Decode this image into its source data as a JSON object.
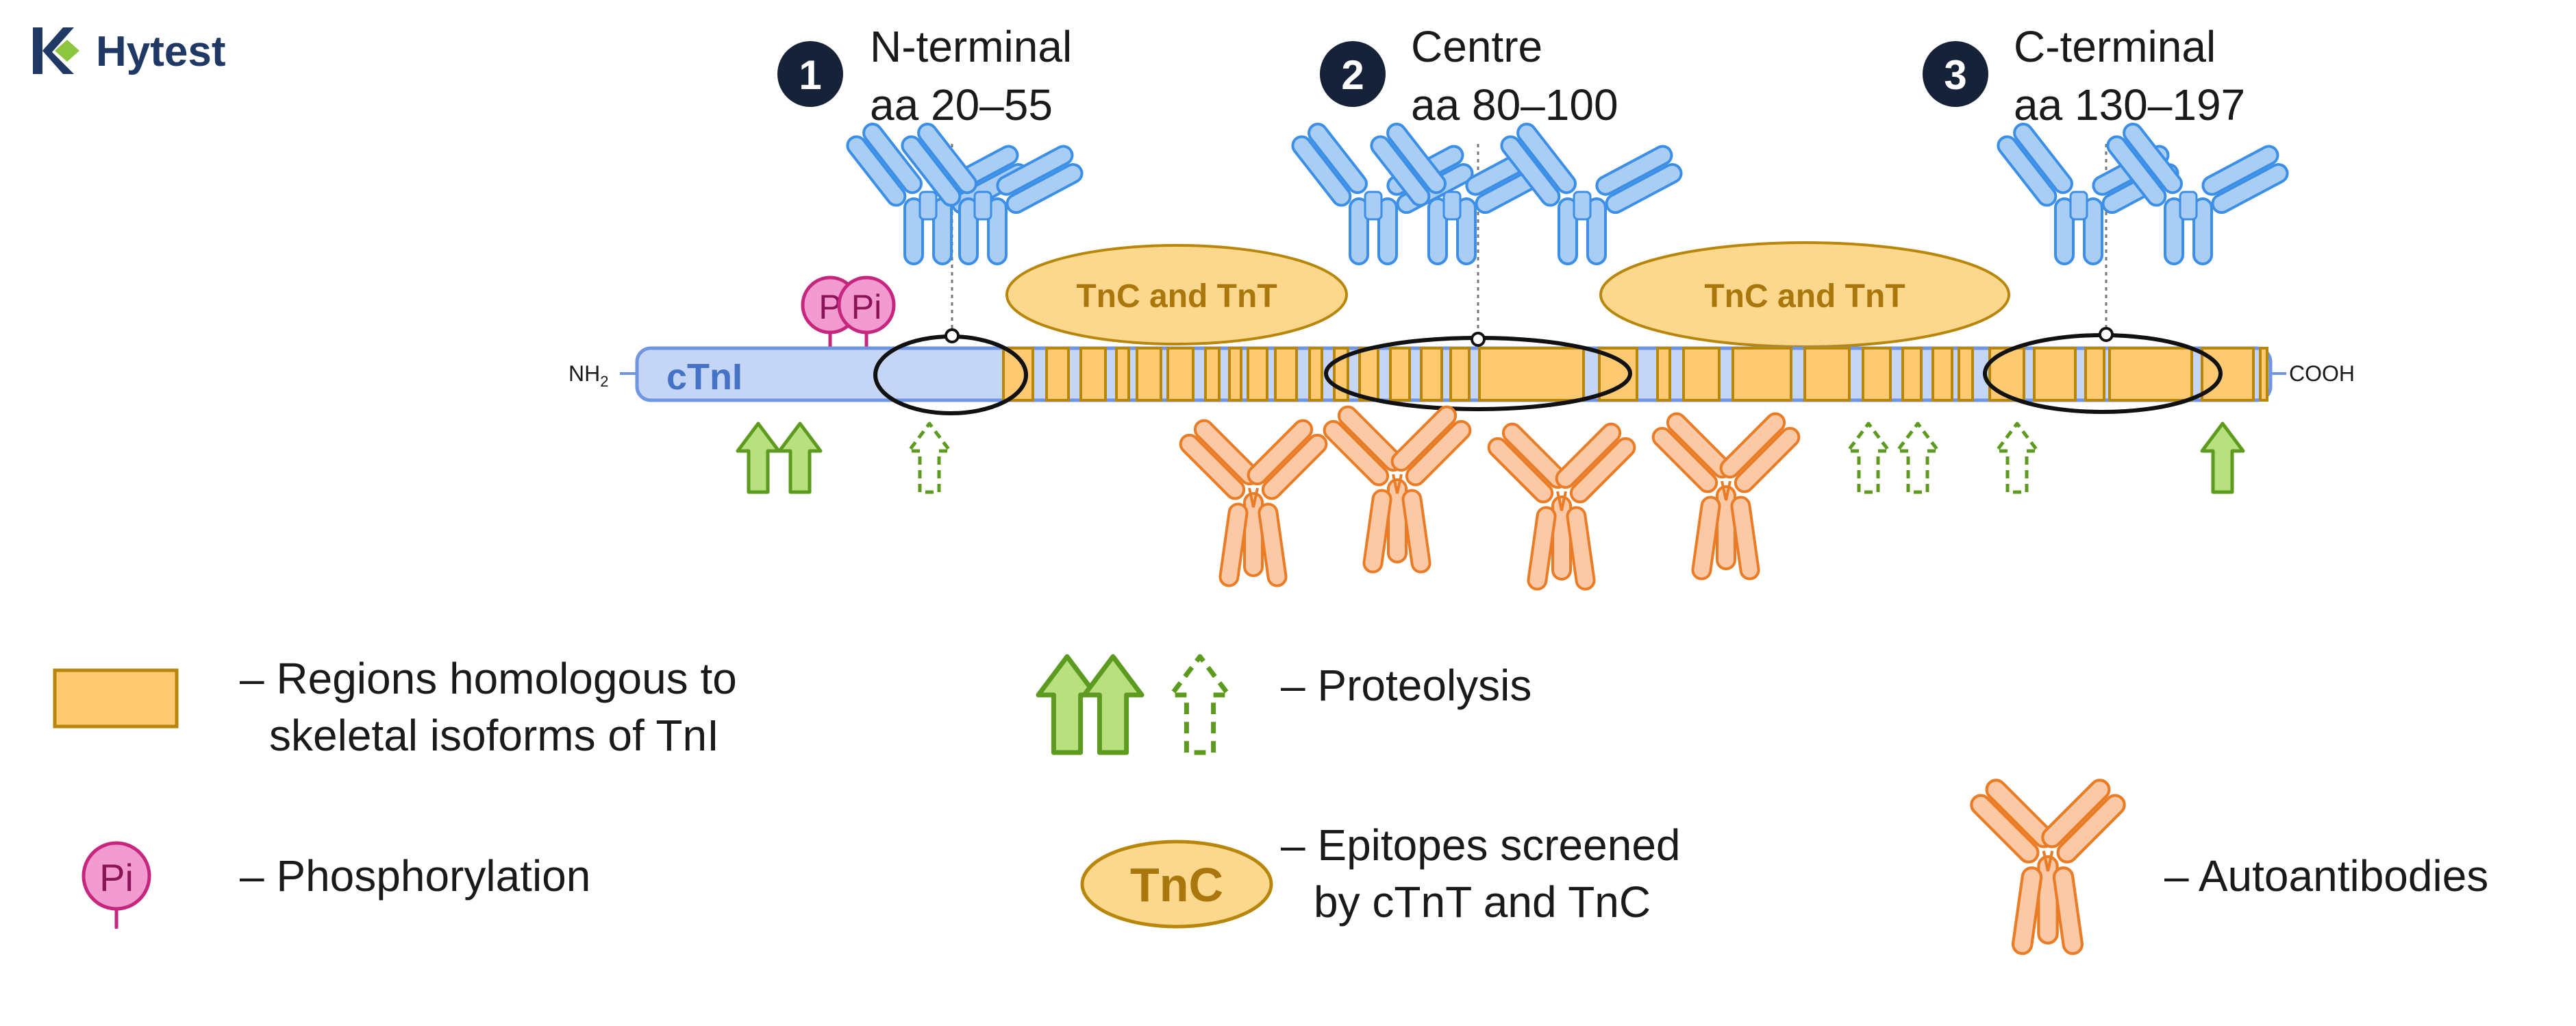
{
  "logo": {
    "text": "Hytest",
    "colors": {
      "mark": "#1f3864",
      "accent": "#8cc63f"
    }
  },
  "regions": [
    {
      "num": "1",
      "name": "N-terminal",
      "range": "aa 20–55"
    },
    {
      "num": "2",
      "name": "Centre",
      "range": "aa 80–100"
    },
    {
      "num": "3",
      "name": "C-terminal",
      "range": "aa 130–197"
    }
  ],
  "protein": {
    "label": "cTnI",
    "n_term": "NH",
    "n_term_sub": "2",
    "c_term": "COOH"
  },
  "tnc_tnt": [
    "TnC and TnT",
    "TnC and TnT"
  ],
  "phospho": [
    "P",
    "Pi",
    "Pi"
  ],
  "legend": {
    "homologous_line1": "– Regions homologous to",
    "homologous_line2": "skeletal isoforms of TnI",
    "proteolysis": "– Proteolysis",
    "phosphorylation": "– Phosphorylation",
    "epitope_symbol": "TnC",
    "epitopes_line1": "– Epitopes screened",
    "epitopes_line2": "by cTnT and TnC",
    "autoantibodies": "– Autoantibodies"
  },
  "colors": {
    "bar_blue": "#c5d5f5",
    "bar_blue_border": "#6f95e3",
    "label_blue": "#4472c4",
    "homolog_fill": "#fdca72",
    "homolog_border": "#b8860b",
    "tn_fill": "#fbd88d",
    "tn_text": "#a9770b",
    "antibody_blue_fill": "#a9cdf3",
    "antibody_blue_stroke": "#3c8fe6",
    "autoantibody_fill": "#fbc9a5",
    "autoantibody_stroke": "#ea7c26",
    "arrow_fill": "#b9e07f",
    "arrow_stroke": "#5c9b1f",
    "phospho_fill": "#f29bd0",
    "phospho_stroke": "#c6267e",
    "badge": "#152238"
  }
}
